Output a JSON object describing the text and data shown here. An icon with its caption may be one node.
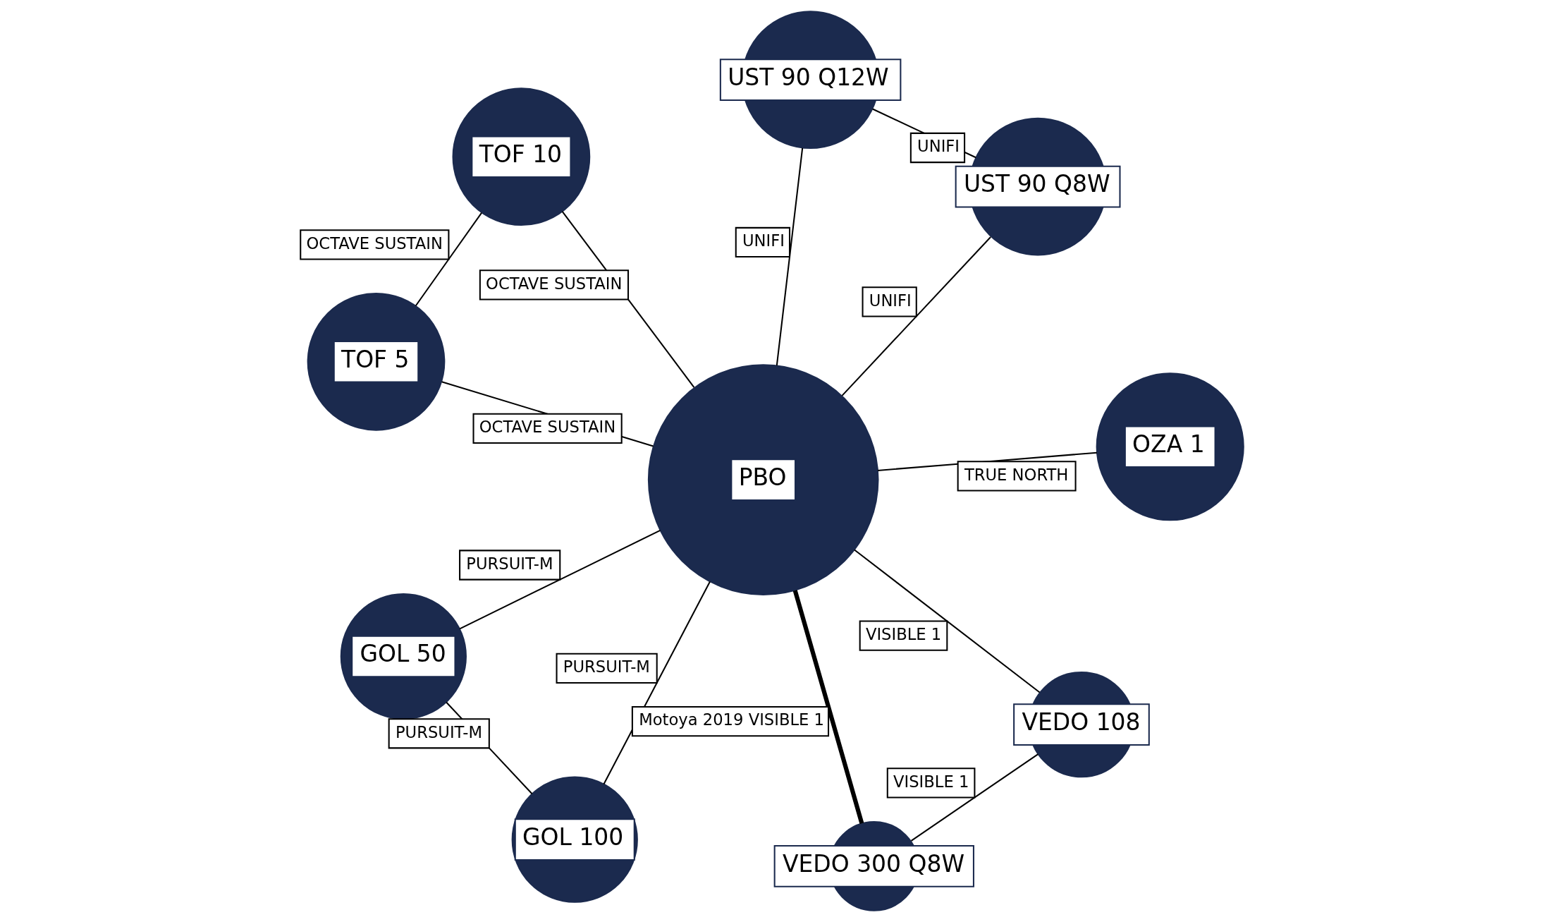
{
  "diagram": {
    "nodes": [
      {
        "text": [
          "UST 90 Q12W"
        ]
      },
      {
        "text": [
          "UST 90 Q8W"
        ]
      },
      {
        "text": [
          "GOL 100"
        ]
      },
      {
        "text": [
          "TOF 10"
        ]
      },
      {
        "text": [
          "PBO"
        ]
      },
      {
        "text": [
          "GOL 50"
        ]
      },
      {
        "text": [
          "TOF 5"
        ]
      },
      {
        "text": [
          "OZA 1"
        ]
      },
      {
        "text": [
          "VEDO 300 Q8W"
        ]
      },
      {
        "text": [
          "VEDO 108"
        ]
      }
    ],
    "edges": [
      {
        "from": 0,
        "to": 1,
        "arrow": "none",
        "label": "UNIFI"
      },
      {
        "from": 0,
        "to": 4,
        "arrow": "none",
        "label": "UNIFI"
      },
      {
        "from": 1,
        "to": 4,
        "arrow": "none",
        "label": "UNIFI"
      },
      {
        "from": 2,
        "to": 4,
        "arrow": "none",
        "label": "PURSUIT-M"
      },
      {
        "from": 2,
        "to": 5,
        "arrow": "none",
        "label": "PURSUIT-M"
      },
      {
        "from": 4,
        "to": 5,
        "arrow": "none",
        "label": "PURSUIT-M"
      },
      {
        "from": 3,
        "to": 4,
        "arrow": "none",
        "label": "OCTAVE SUSTAIN"
      },
      {
        "from": 3,
        "to": 6,
        "arrow": "none",
        "label": "OCTAVE SUSTAIN"
      },
      {
        "from": 6,
        "to": 4,
        "arrow": "none",
        "label": "OCTAVE SUSTAIN"
      },
      {
        "from": 4,
        "to": 7,
        "arrow": "none",
        "label": "TRUE NORTH"
      },
      {
        "from": 4,
        "to": 8,
        "arrow": "none",
        "label": "Motoya 2019 VISIBLE 1",
        "style": "thick"
      },
      {
        "from": 4,
        "to": 9,
        "arrow": "none",
        "label": "VISIBLE 1"
      },
      {
        "from": 9,
        "to": 8,
        "arrow": "none",
        "label": "VISIBLE 1"
      }
    ]
  }
}
